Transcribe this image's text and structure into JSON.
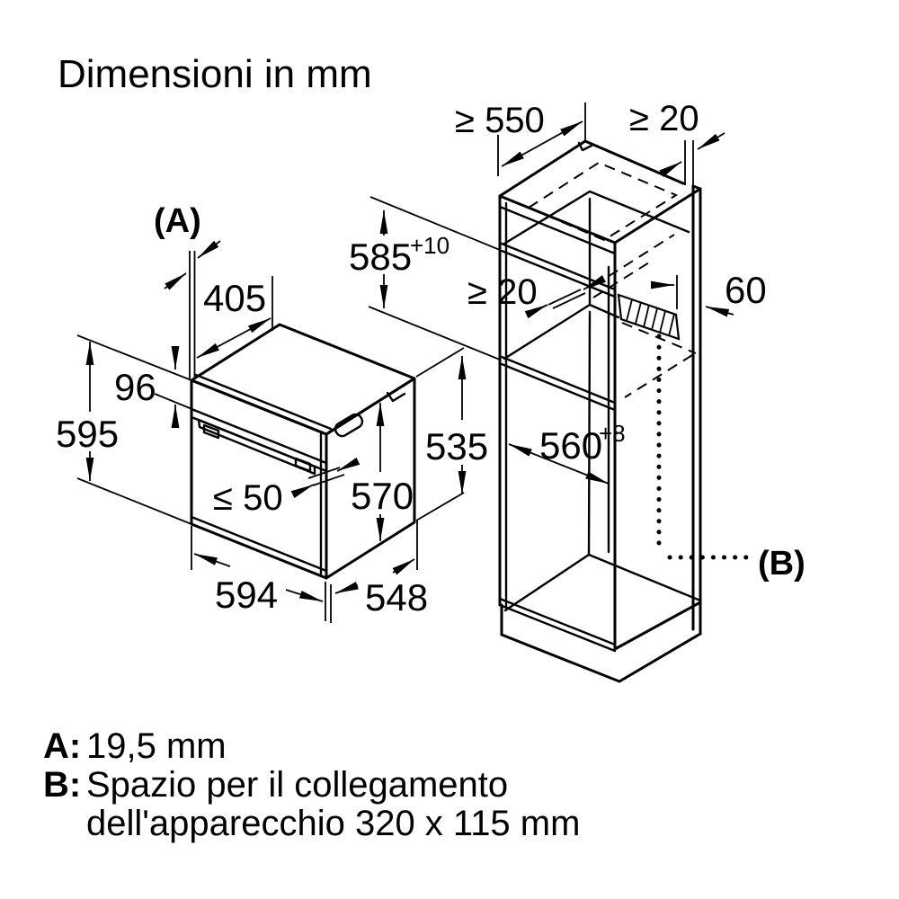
{
  "title": "Dimensioni in mm",
  "colors": {
    "line": "#000000",
    "background": "#ffffff"
  },
  "oven": {
    "label": "(A)",
    "dim_top_depth": "405",
    "dim_panel_height": "96",
    "dim_total_height": "595",
    "dim_handle_clearance": "≤ 50",
    "dim_body_height": "570",
    "dim_width": "594",
    "dim_depth": "548",
    "dim_side_height": "535"
  },
  "cabinet": {
    "label": "(B)",
    "dim_top_depth": "≥ 550",
    "dim_top_back_gap": "≥ 20",
    "dim_niche_height": "585",
    "dim_niche_height_tol": "+10",
    "dim_vent_gap": "≥ 20",
    "dim_back_strip": "60",
    "dim_niche_width": "560",
    "dim_niche_width_tol": "+8"
  },
  "legend": {
    "a_key": "A:",
    "a_value": "19,5 mm",
    "b_key": "B:",
    "b_value_line1": "Spazio per il collegamento",
    "b_value_line2": "dell'apparecchio 320 x 115 mm"
  }
}
